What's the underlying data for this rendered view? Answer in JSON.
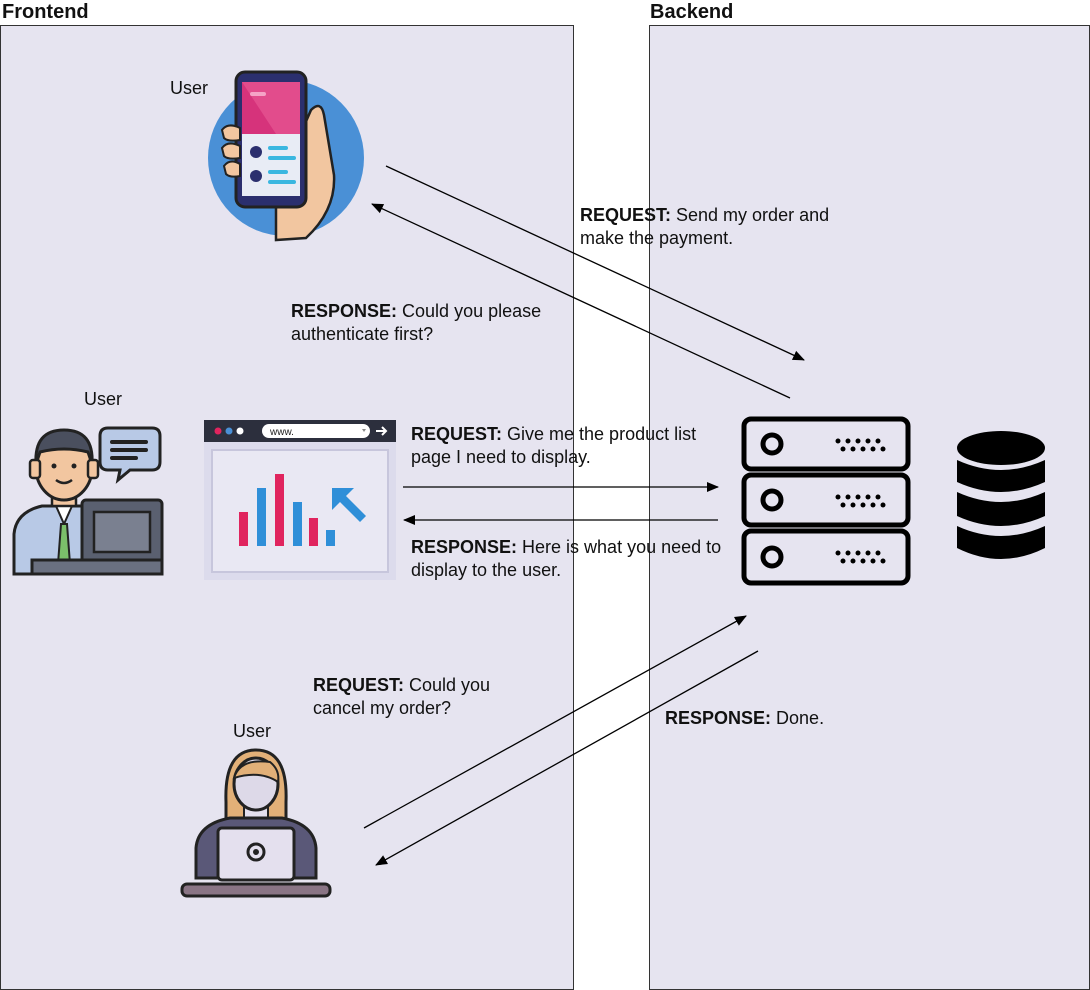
{
  "panels": {
    "frontend": {
      "title": "Frontend"
    },
    "backend": {
      "title": "Backend"
    }
  },
  "users": {
    "mobile": "User",
    "desktop": "User",
    "laptop": "User"
  },
  "browser": {
    "address": "www."
  },
  "flows": {
    "mobile_request": {
      "keyword": "REQUEST:",
      "text": " Send my order and make the payment."
    },
    "mobile_response": {
      "keyword": "RESPONSE:",
      "text": " Could you please authenticate first?"
    },
    "web_request": {
      "keyword": "REQUEST:",
      "text": " Give me the product list page I need to display."
    },
    "web_response": {
      "keyword": "RESPONSE:",
      "text": " Here is what you need to display to the user."
    },
    "laptop_request": {
      "keyword": "REQUEST:",
      "text": " Could you cancel my order?"
    },
    "laptop_response": {
      "keyword": "RESPONSE:",
      "text": " Done."
    }
  },
  "colors": {
    "panel_bg": "#e6e4f0",
    "phone_circle": "#4a90d6",
    "bar_pink": "#e0245e",
    "bar_blue": "#2f8fd8"
  }
}
